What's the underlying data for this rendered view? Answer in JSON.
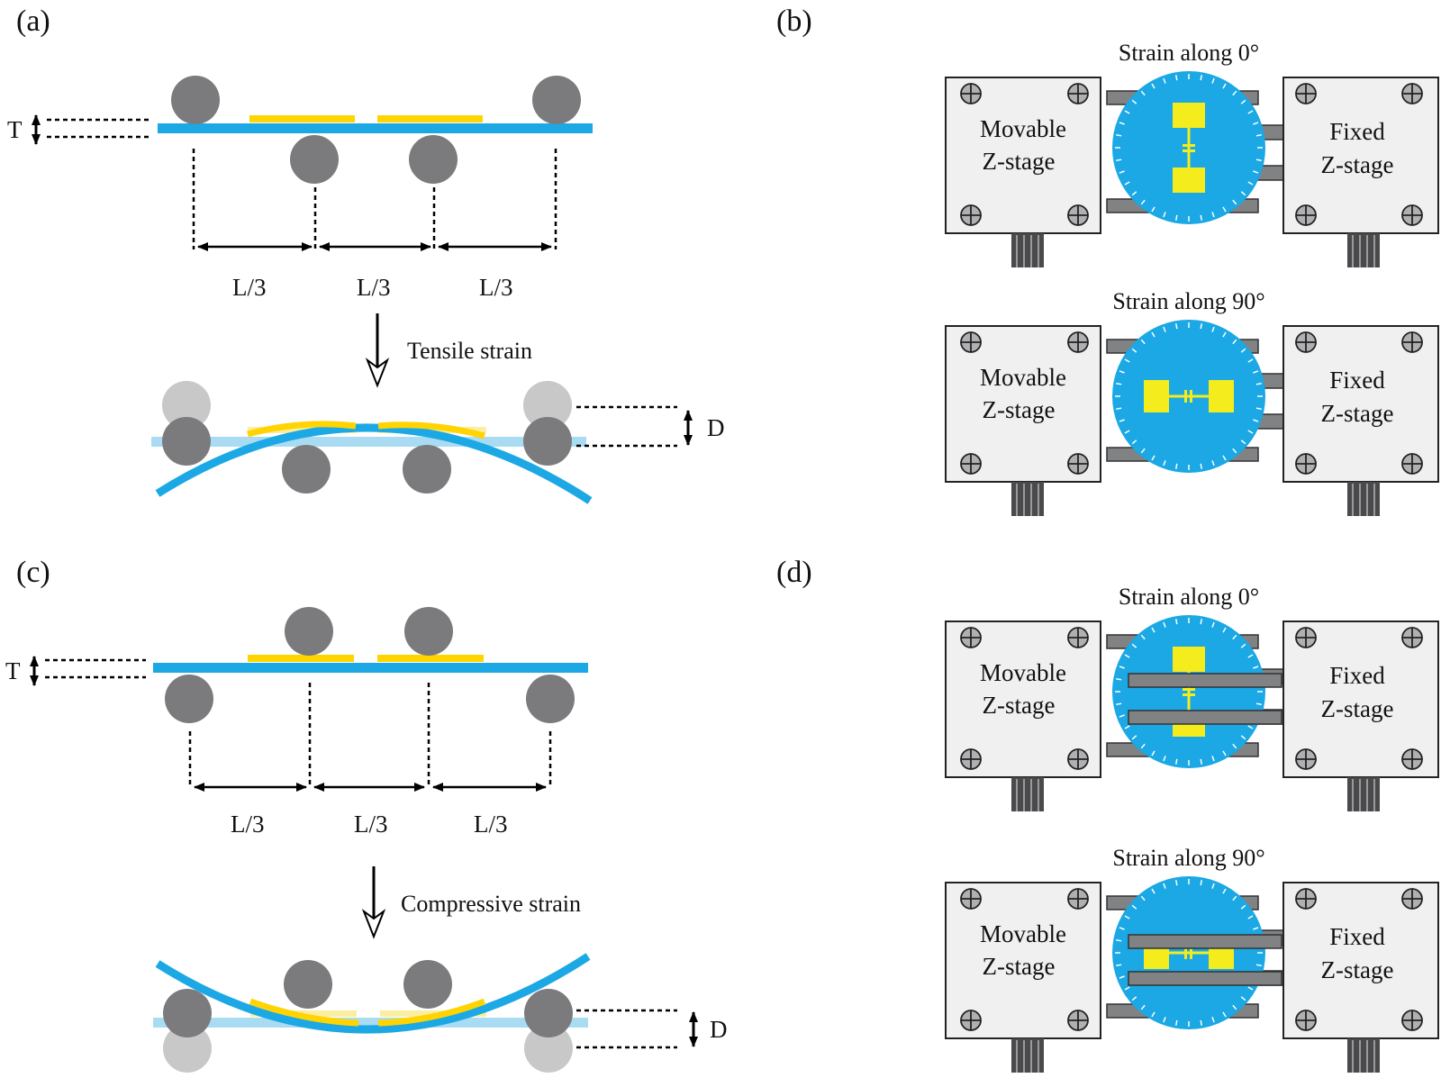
{
  "panels": {
    "a": "(a)",
    "b": "(b)",
    "c": "(c)",
    "d": "(d)"
  },
  "bending": {
    "thickness_label": "T",
    "span_label": "L/3",
    "deflection_label": "D",
    "tensile_label": "Tensile strain",
    "compressive_label": "Compressive strain"
  },
  "stages": {
    "b_top": {
      "title": "Strain along 0°",
      "left_line1": "Movable",
      "left_line2": "Z-stage",
      "right_line1": "Fixed",
      "right_line2": "Z-stage"
    },
    "b_bottom": {
      "title": "Strain along 90°",
      "left_line1": "Movable",
      "left_line2": "Z-stage",
      "right_line1": "Fixed",
      "right_line2": "Z-stage"
    },
    "d_top": {
      "title": "Strain along 0°",
      "left_line1": "Movable",
      "left_line2": "Z-stage",
      "right_line1": "Fixed",
      "right_line2": "Z-stage"
    },
    "d_bottom": {
      "title": "Strain along 90°",
      "left_line1": "Movable",
      "left_line2": "Z-stage",
      "right_line1": "Fixed",
      "right_line2": "Z-stage"
    }
  },
  "colors": {
    "substrate": "#1ba8e4",
    "substrate_faded": "#a9dcf2",
    "film": "#ffd400",
    "film_faded": "#fbeea0",
    "roller": "#7b7b7d",
    "roller_faded": "#c8c8c9",
    "device": "#f4ec1c",
    "stage_fill": "#f0f0f0",
    "clamp": "#808284"
  }
}
